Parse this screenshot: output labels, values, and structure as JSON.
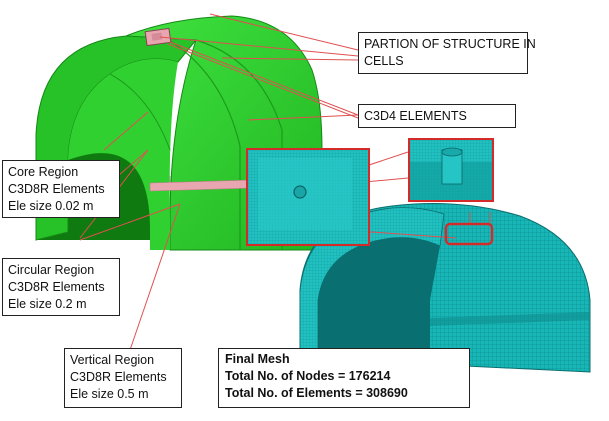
{
  "labels": {
    "partition": [
      "PARTION OF STRUCTURE IN",
      "CELLS"
    ],
    "c3d4": "C3D4 ELEMENTS",
    "core": [
      "Core Region",
      "C3D8R Elements",
      "Ele size 0.02 m"
    ],
    "circular": [
      "Circular Region",
      "C3D8R Elements",
      "Ele size 0.2 m"
    ],
    "vertical": [
      "Vertical Region",
      "C3D8R Elements",
      "Ele size 0.5 m"
    ],
    "final_mesh": {
      "title": "Final Mesh",
      "nodes": "Total No. of Nodes = 176214",
      "elements": "Total No. of Elements = 308690"
    }
  },
  "colors": {
    "green_model": "#2fd12f",
    "green_dark": "#1a9a1a",
    "pink_band": "#e7a6b0",
    "teal_mesh": "#16b3b3",
    "teal_dark": "#0b7f80",
    "callout_line": "#e05050",
    "highlight": "#d42a2a"
  }
}
